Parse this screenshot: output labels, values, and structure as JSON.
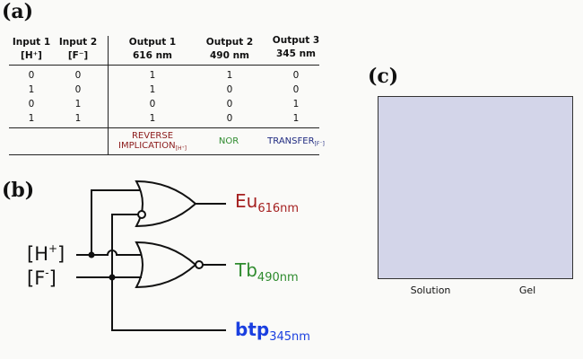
{
  "panel_labels": {
    "a": "(a)",
    "b": "(b)",
    "c": "(c)"
  },
  "truth_table": {
    "headers": [
      {
        "line1": "Input 1",
        "line2": "[H⁺]"
      },
      {
        "line1": "Input 2",
        "line2": "[F⁻]"
      },
      {
        "line1": "Output 1",
        "line2": "616 nm"
      },
      {
        "line1": "Output 2",
        "line2": "490 nm"
      },
      {
        "line1": "Output 3",
        "line2": "345 nm"
      }
    ],
    "rows": [
      [
        "0",
        "0",
        "1",
        "1",
        "0"
      ],
      [
        "1",
        "0",
        "1",
        "0",
        "0"
      ],
      [
        "0",
        "1",
        "0",
        "0",
        "1"
      ],
      [
        "1",
        "1",
        "1",
        "0",
        "1"
      ]
    ],
    "gates": [
      {
        "line1": "REVERSE",
        "line2": "IMPLICATION",
        "sub": "[H⁺]",
        "color": "#8b1a1a"
      },
      {
        "line1": "",
        "line2": "NOR",
        "sub": "",
        "color": "#2e8b2e"
      },
      {
        "line1": "",
        "line2": "TRANSFER",
        "sub": "[F⁻]",
        "color": "#1f2a80"
      }
    ]
  },
  "circuit": {
    "inputs": [
      {
        "base": "[H",
        "sup": "+",
        "close": "]"
      },
      {
        "base": "[F",
        "sup": "-",
        "close": "]"
      }
    ],
    "outputs": [
      {
        "main": "Eu",
        "sub": "616nm",
        "color": "#a52020"
      },
      {
        "main": "Tb",
        "sub": "490nm",
        "color": "#2e8b2e"
      },
      {
        "main": "btp",
        "sub": "345nm",
        "color": "#1a3fe0"
      }
    ]
  },
  "panel_c": {
    "labels": [
      "Solution",
      "Gel"
    ],
    "fill_color": "#d3d5e9"
  }
}
